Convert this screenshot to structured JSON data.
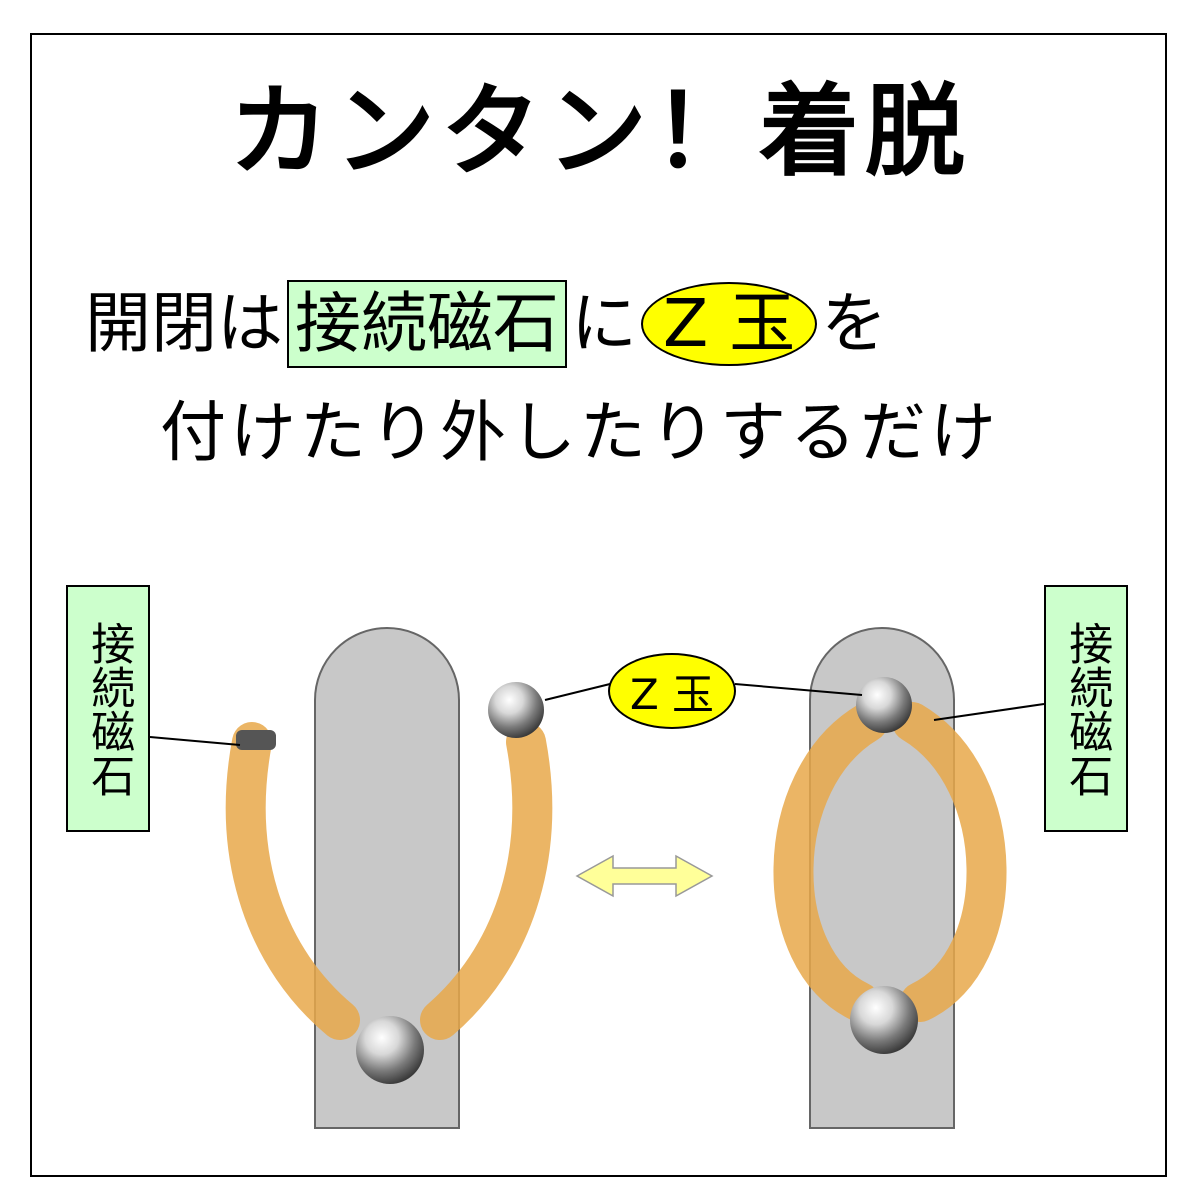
{
  "title": "カンタン！着脱",
  "instruction": {
    "prefix": "開閉は",
    "magnet": "接続磁石",
    "particle1": "に",
    "ball": "Z 玉",
    "particle2": "を",
    "line2": "付けたり外したりするだけ"
  },
  "labels": {
    "magnet_left": "接続磁石",
    "magnet_right": "接続磁石",
    "ball": "Z 玉"
  },
  "colors": {
    "label_green": "#ccffcc",
    "label_yellow": "#ffff00",
    "strap_orange": "#e8a84a",
    "sole_gray": "#c8c8c8",
    "arrow_yellow": "#ffff99"
  }
}
